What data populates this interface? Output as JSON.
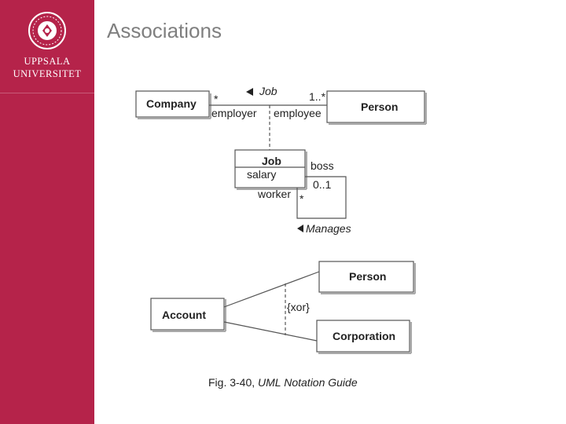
{
  "slide": {
    "title": "Associations",
    "logo": {
      "text_line1": "UPPSALA",
      "text_line2": "UNIVERSITET"
    },
    "caption": {
      "ref": "Fig. 3-40,",
      "source": "UML Notation Guide"
    },
    "colors": {
      "sidebar": "#b5234a",
      "title": "#7f7f7f",
      "lines": "#555555"
    }
  },
  "diagram": {
    "company": "Company",
    "person_top": "Person",
    "job_class": "Job",
    "job_attr": "salary",
    "assoc_name": "Job",
    "mult_star_company": "*",
    "mult_1_star": "1..*",
    "role_employer": "employer",
    "role_employee": "employee",
    "role_boss": "boss",
    "mult_0_1": "0..1",
    "role_worker": "worker",
    "mult_star_worker": "*",
    "manages": "Manages",
    "person_bottom": "Person",
    "account": "Account",
    "corporation": "Corporation",
    "xor": "{xor}"
  }
}
